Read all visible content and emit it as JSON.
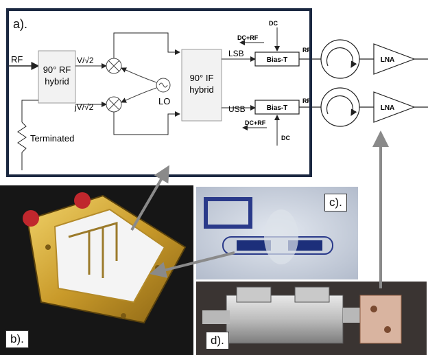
{
  "panels": {
    "a": "a).",
    "b": "b).",
    "c": "c).",
    "d": "d)."
  },
  "diagram": {
    "rf_in": "RF",
    "rf_hybrid": [
      "90°  RF",
      "hybrid"
    ],
    "upper_branch": "V/√2",
    "lower_branch": "jV/√2",
    "lo": "LO",
    "if_hybrid": [
      "90°  IF",
      "hybrid"
    ],
    "lsb": "LSB",
    "usb": "USB",
    "bias_t": "Bias-T",
    "dc": "DC",
    "dc_rf": "DC+RF",
    "rf_out": "RF",
    "lna": "LNA",
    "terminated": "Terminated"
  },
  "colors": {
    "panel_border": "#1a2740",
    "arrow": "#8a8a8a",
    "hybrid_fill": "#f2f2f2"
  }
}
